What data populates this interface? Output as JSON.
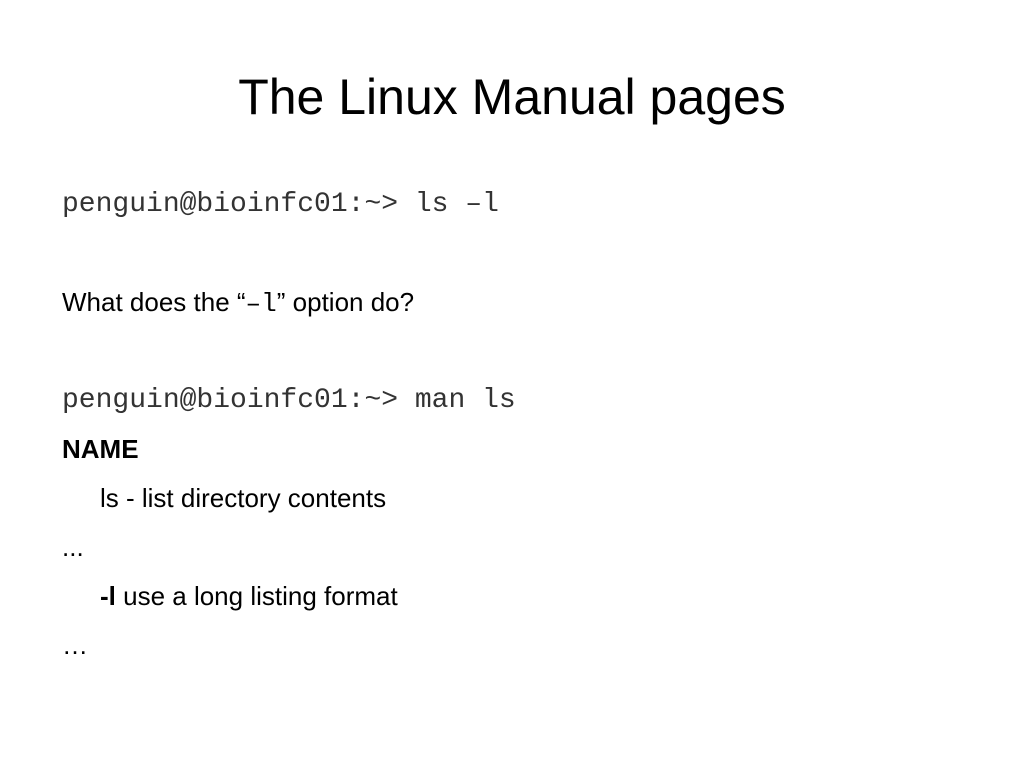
{
  "slide": {
    "title": "The Linux Manual pages",
    "command_1": "penguin@bioinfc01:~> ls –l",
    "question": {
      "before": "What does the “",
      "option": "–l",
      "after": "” option do?"
    },
    "command_2": "penguin@bioinfc01:~> man ls",
    "name_heading": "NAME",
    "name_description": "ls - list directory contents",
    "ellipsis_1": "...",
    "option_flag": "-l",
    "option_description": " use a long listing format",
    "ellipsis_2": "…"
  }
}
